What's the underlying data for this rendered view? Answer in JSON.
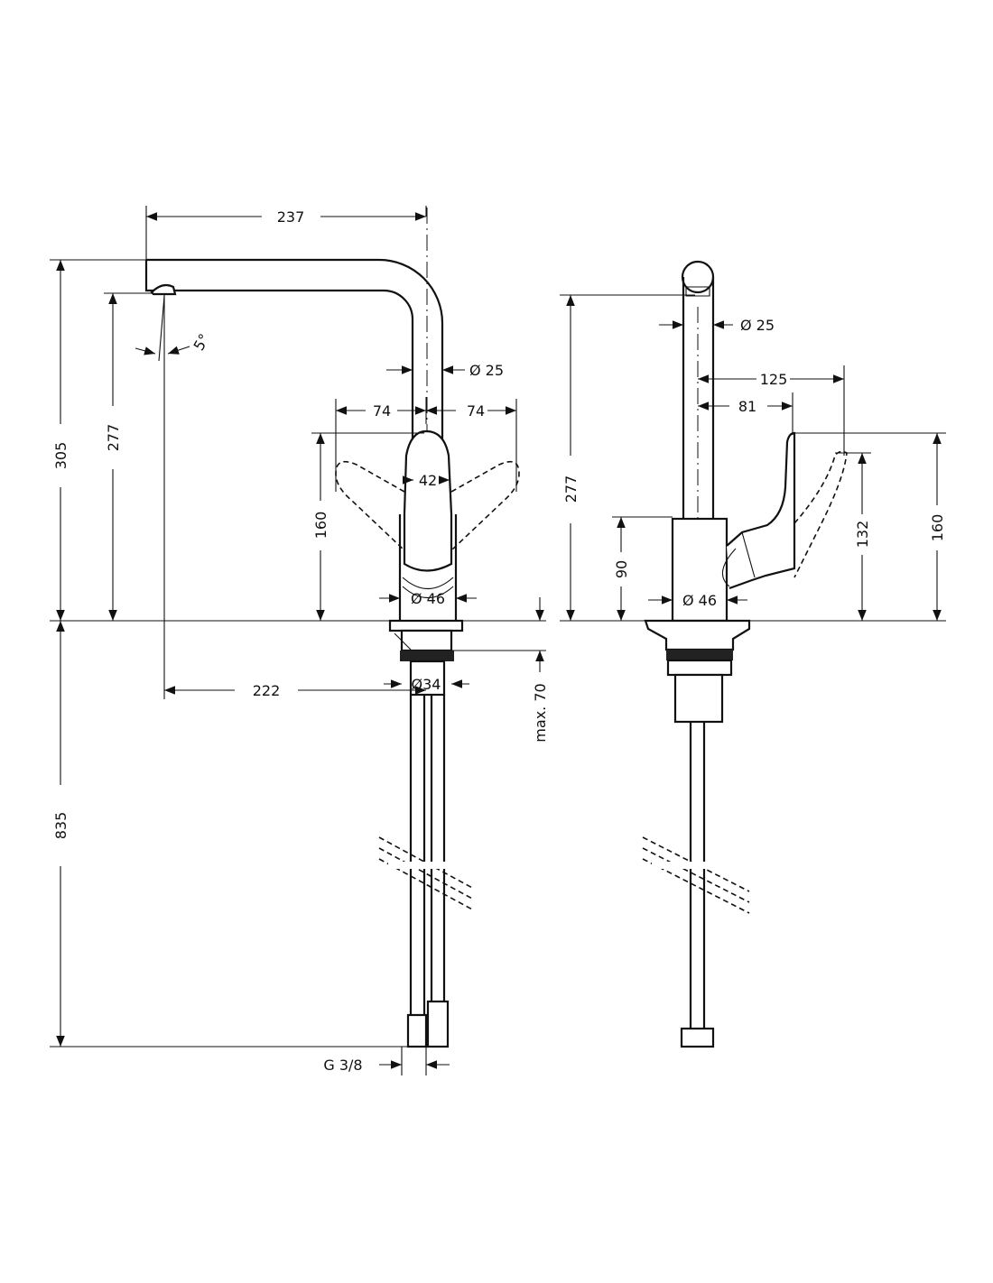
{
  "front_view": {
    "dims": {
      "spout_reach": "237",
      "total_height": "305",
      "outlet_height": "277",
      "spray_angle": "5°",
      "pipe_diameter": "Ø  25",
      "lever_left": "74",
      "lever_right": "74",
      "lever_height": "160",
      "lever_width": "42",
      "body_diameter": "Ø 46",
      "outlet_to_center": "222",
      "shank_diameter": "Ø34",
      "max_deck": "max. 70",
      "hose_length": "835",
      "connection": "G 3/8"
    }
  },
  "side_view": {
    "dims": {
      "outlet_height": "277",
      "pipe_diameter": "Ø  25",
      "lever_reach_open": "125",
      "lever_reach": "81",
      "body_height": "90",
      "body_diameter": "Ø  46",
      "lever_height_open": "132",
      "lever_height": "160"
    }
  }
}
